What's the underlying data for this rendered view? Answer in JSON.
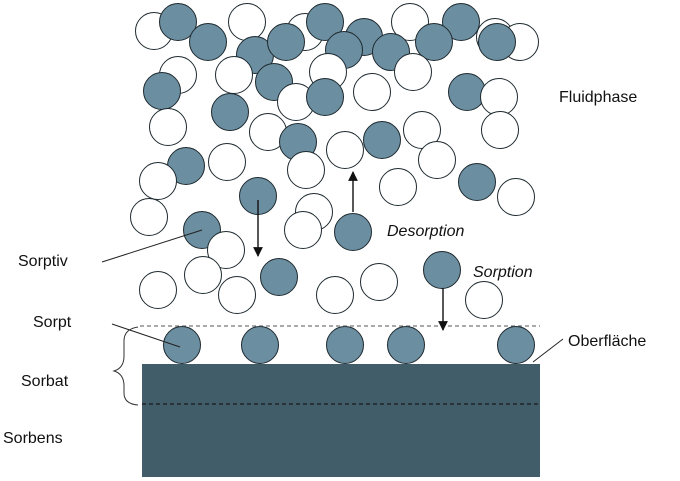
{
  "labels": {
    "fluidphase": "Fluidphase",
    "sorptiv": "Sorptiv",
    "sorpt": "Sorpt",
    "sorbat": "Sorbat",
    "sorbens": "Sorbens",
    "oberflaeche": "Oberfläche",
    "desorption": "Desorption",
    "sorption": "Sorption"
  },
  "colors": {
    "particle_filled": "#6B8EA0",
    "particle_empty": "#FFFFFF",
    "particle_stroke": "#1E2A30",
    "sorbent_block": "#415D6A",
    "line": "#222222"
  }
}
